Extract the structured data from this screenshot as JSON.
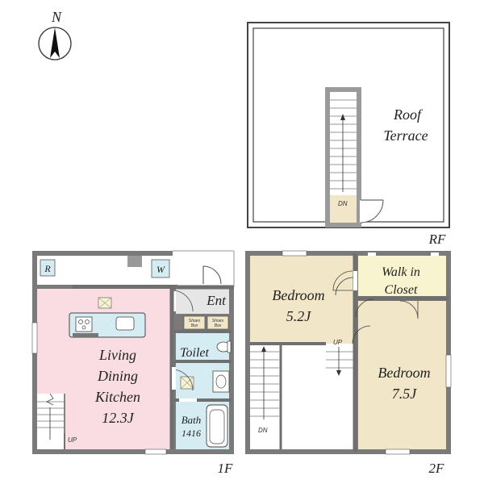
{
  "compass": {
    "letter": "N"
  },
  "floor_labels": {
    "first": "1F",
    "second": "2F",
    "roof": "RF"
  },
  "roof": {
    "terrace_line1": "Roof",
    "terrace_line2": "Terrace",
    "stair_marker": "DN"
  },
  "first_floor": {
    "ldk_line1": "Living",
    "ldk_line2": "Dining",
    "ldk_line3": "Kitchen",
    "ldk_size": "12.3J",
    "entrance": "Ent",
    "toilet": "Toilet",
    "bath_line1": "Bath",
    "bath_line2": "1416",
    "shoe_box_line1": "Shoes",
    "shoe_box_line2": "Box",
    "refrigerator_mark": "R",
    "washer_mark": "W",
    "stair_marker": "UP"
  },
  "second_floor": {
    "bedroom1_name": "Bedroom",
    "bedroom1_size": "5.2J",
    "bedroom2_name": "Bedroom",
    "bedroom2_size": "7.5J",
    "closet_line1": "Walk in",
    "closet_line2": "Closet",
    "stair_up": "UP",
    "stair_down": "DN"
  },
  "colors": {
    "ldk": "#f9dde2",
    "bedroom": "#f2e6c8",
    "closet": "#f7f4cf",
    "wet_area": "#d6ecf3",
    "floor_tile": "#dfe8ee",
    "wall": "#6f6f6f"
  }
}
